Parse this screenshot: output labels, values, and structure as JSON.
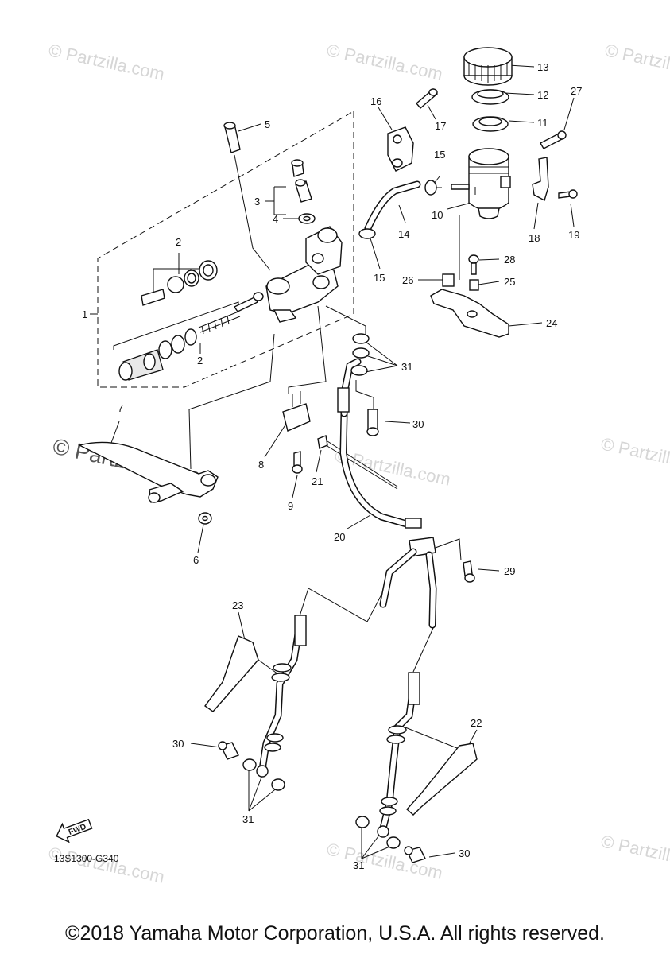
{
  "diagram_code": "13S1300-G340",
  "fwd_label": "FWD",
  "copyright": "©2018 Yamaha Motor Corporation, U.S.A. All rights reserved.",
  "watermark": "© Partzilla.com",
  "callouts": [
    "1",
    "2",
    "3",
    "4",
    "5",
    "6",
    "7",
    "8",
    "9",
    "10",
    "11",
    "12",
    "13",
    "14",
    "15",
    "16",
    "17",
    "18",
    "19",
    "20",
    "21",
    "22",
    "23",
    "24",
    "25",
    "26",
    "27",
    "28",
    "29",
    "30",
    "31"
  ]
}
